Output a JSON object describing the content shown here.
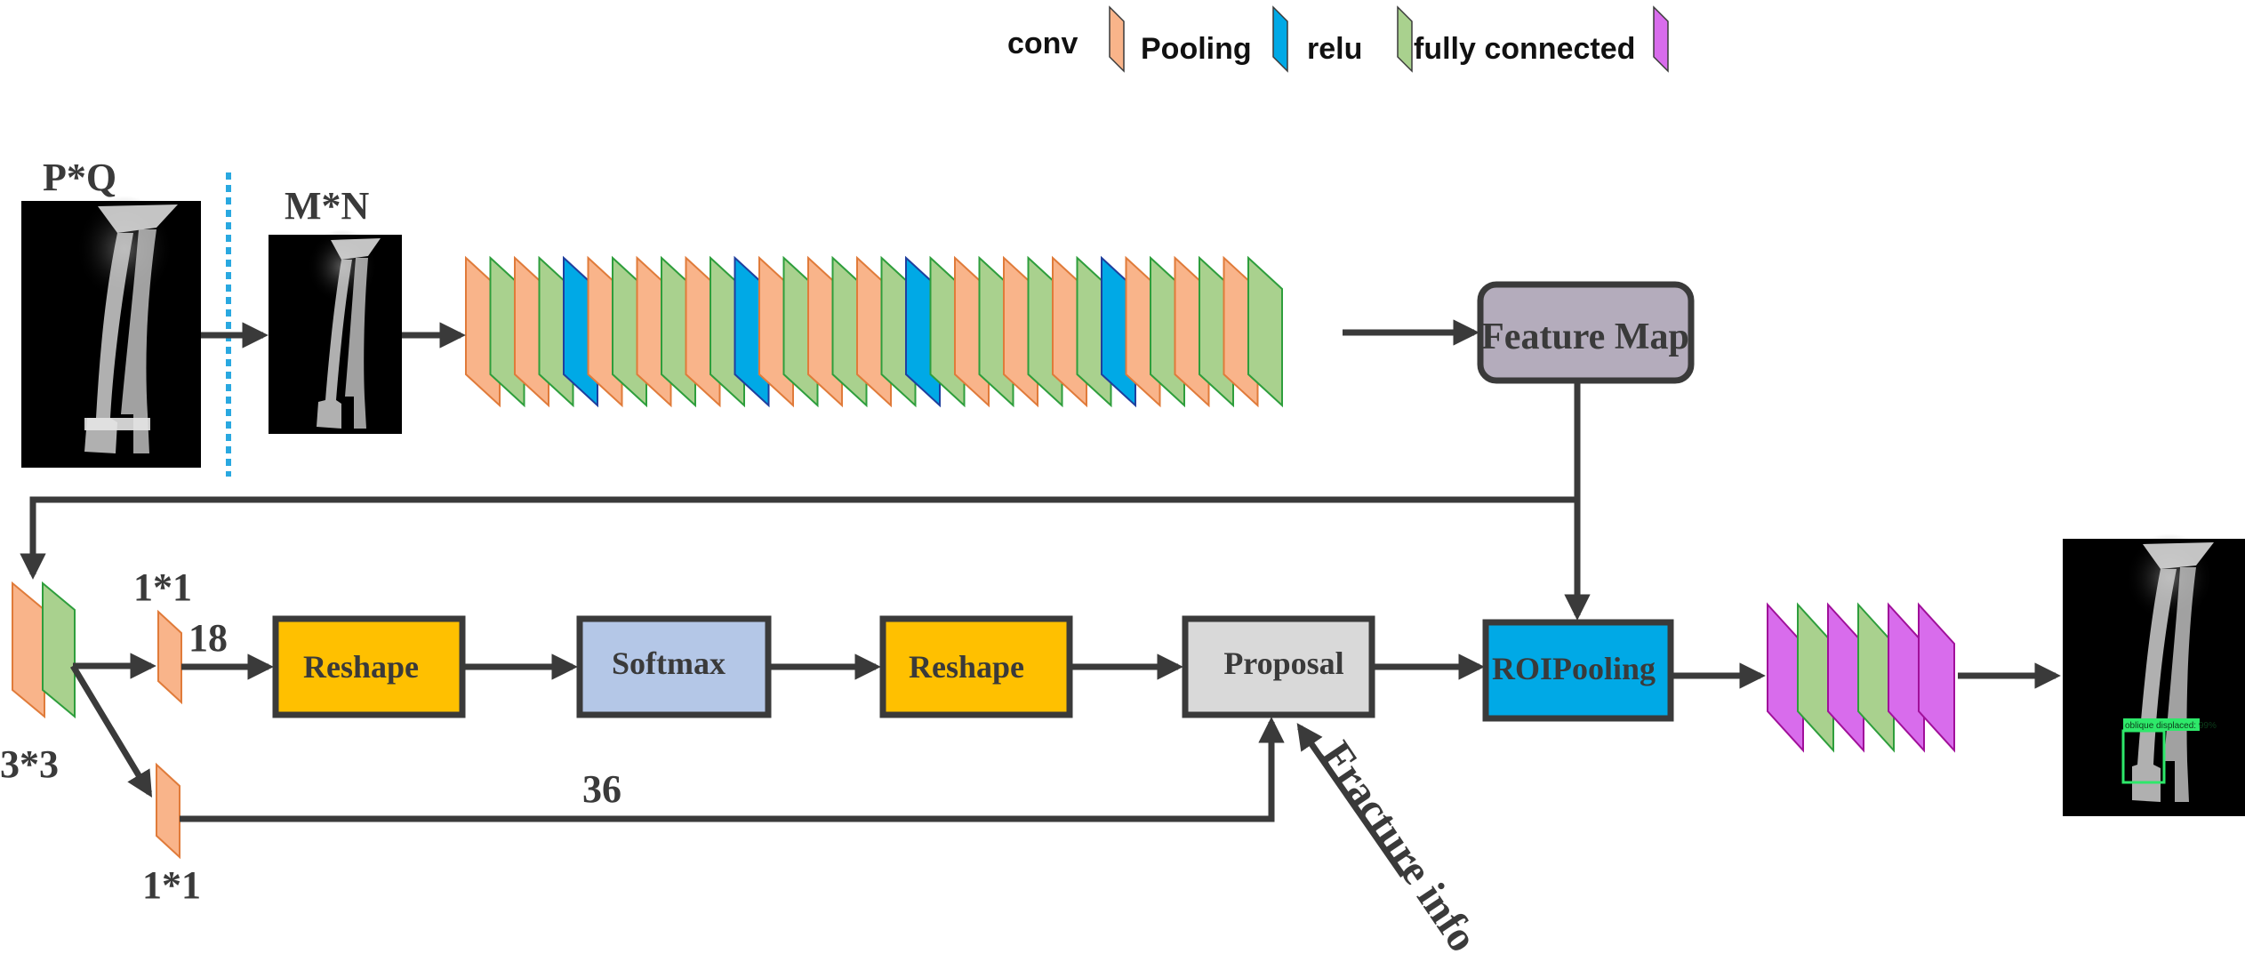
{
  "legend": {
    "conv": "conv",
    "pooling": "Pooling",
    "relu": "relu",
    "fully_connected": "fully connected"
  },
  "labels": {
    "input_size": "P*Q",
    "resized_size": "M*N",
    "rpn_kernel": "3*3",
    "cls_kernel": "1*1",
    "reg_kernel": "1*1",
    "cls_channels": "18",
    "reg_channels": "36",
    "fracture_info": "Fracture info"
  },
  "boxes": {
    "feature_map": "Feature Map",
    "reshape_1": "Reshape",
    "softmax": "Softmax",
    "reshape_2": "Reshape",
    "proposal": "Proposal",
    "roi_pooling": "ROIPooling"
  },
  "output": {
    "detection_label": "oblique displaced: 99%"
  },
  "colors": {
    "conv": "#F9B48A",
    "conv_edge": "#E07B3A",
    "relu": "#A9D18E",
    "relu_edge": "#2E9E3C",
    "pooling": "#00A9E6",
    "pooling_edge": "#1F3F9E",
    "fully_connected": "#D86CEC",
    "fully_connected_edge": "#A0109A",
    "feature_map_fill": "#B4ACBC",
    "reshape_fill": "#FFC000",
    "softmax_fill": "#B4C7E7",
    "proposal_fill": "#D9D9D9",
    "roi_fill": "#00A9E6",
    "arrow": "#3a3a3a",
    "divider": "#29A8E0",
    "detection_box": "#2EE86A"
  },
  "backbone_layers": [
    "conv",
    "relu",
    "conv",
    "relu",
    "pooling",
    "conv",
    "relu",
    "conv",
    "relu",
    "conv",
    "relu",
    "pooling",
    "conv",
    "relu",
    "conv",
    "relu",
    "conv",
    "relu",
    "pooling",
    "relu",
    "conv",
    "relu",
    "conv",
    "relu",
    "conv",
    "relu",
    "pooling",
    "conv",
    "relu",
    "conv",
    "relu",
    "conv",
    "relu"
  ],
  "rpn_layers": [
    "conv",
    "relu"
  ],
  "head_layers": [
    "fully_connected",
    "relu",
    "fully_connected",
    "relu",
    "fully_connected",
    "fully_connected"
  ]
}
